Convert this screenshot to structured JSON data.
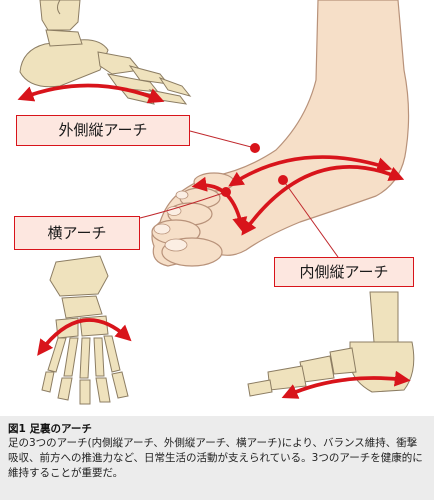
{
  "labels": {
    "outer": "外側縦アーチ",
    "transverse": "横アーチ",
    "inner": "内側縦アーチ"
  },
  "caption": {
    "title": "図1 足裏のアーチ",
    "body": "足の3つのアーチ(内側縦アーチ、外側縦アーチ、横アーチ)により、バランス維持、衝撃吸収、前方への推進力など、日常生活の活動が支えられている。3つのアーチを健康的に維持することが重要だ。"
  },
  "colors": {
    "arch_red": "#d8141b",
    "bone": "#efe2bd",
    "bone_outline": "#8c7d63",
    "skin": "#f6dfc8",
    "skin_outline": "#b8927a",
    "label_bg": "#fde7e0",
    "caption_bg": "#ececec"
  }
}
